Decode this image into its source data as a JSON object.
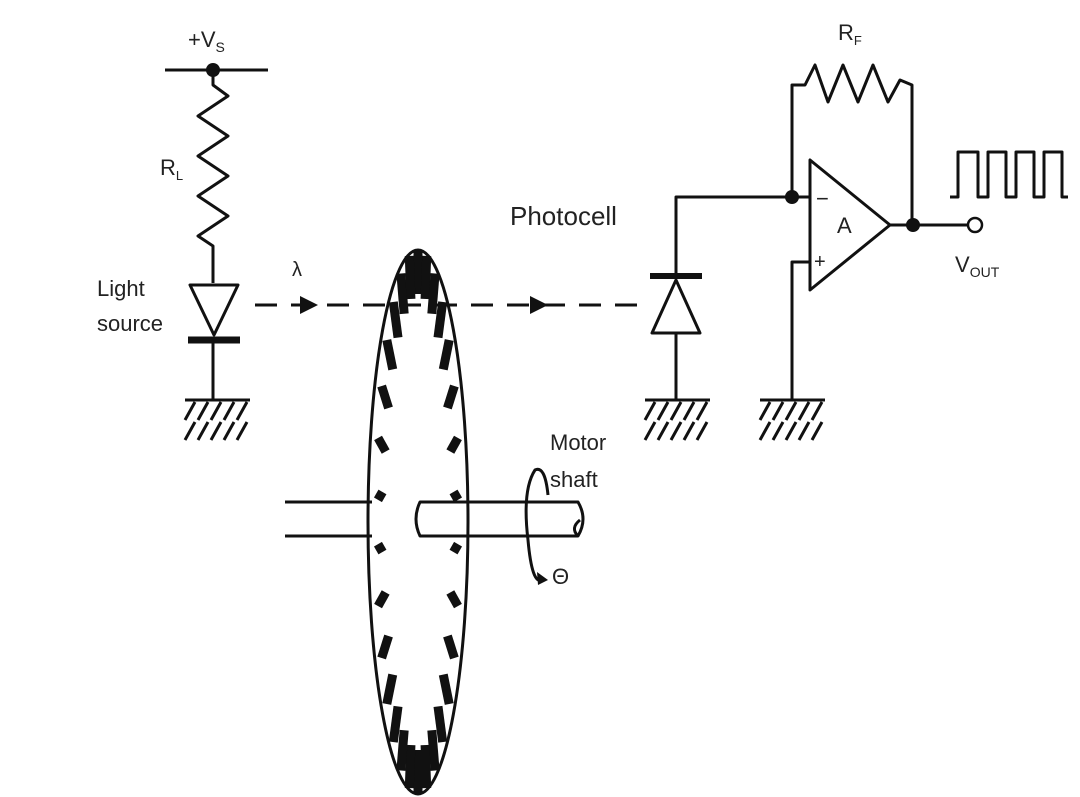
{
  "supply": {
    "label": "+V",
    "sub": "S"
  },
  "load_resistor": {
    "label": "R",
    "sub": "L"
  },
  "light_source": {
    "line1": "Light",
    "line2": "source"
  },
  "wavelength": "λ",
  "photocell": "Photocell",
  "feedback_resistor": {
    "label": "R",
    "sub": "F"
  },
  "opamp": {
    "label": "A",
    "inverting": "−",
    "noninverting": "+"
  },
  "output": {
    "label": "V",
    "sub": "OUT"
  },
  "motor_shaft": {
    "line1": "Motor",
    "line2": "shaft"
  },
  "rotation": "Θ",
  "colors": {
    "ink": "#111111",
    "background": "#ffffff"
  }
}
